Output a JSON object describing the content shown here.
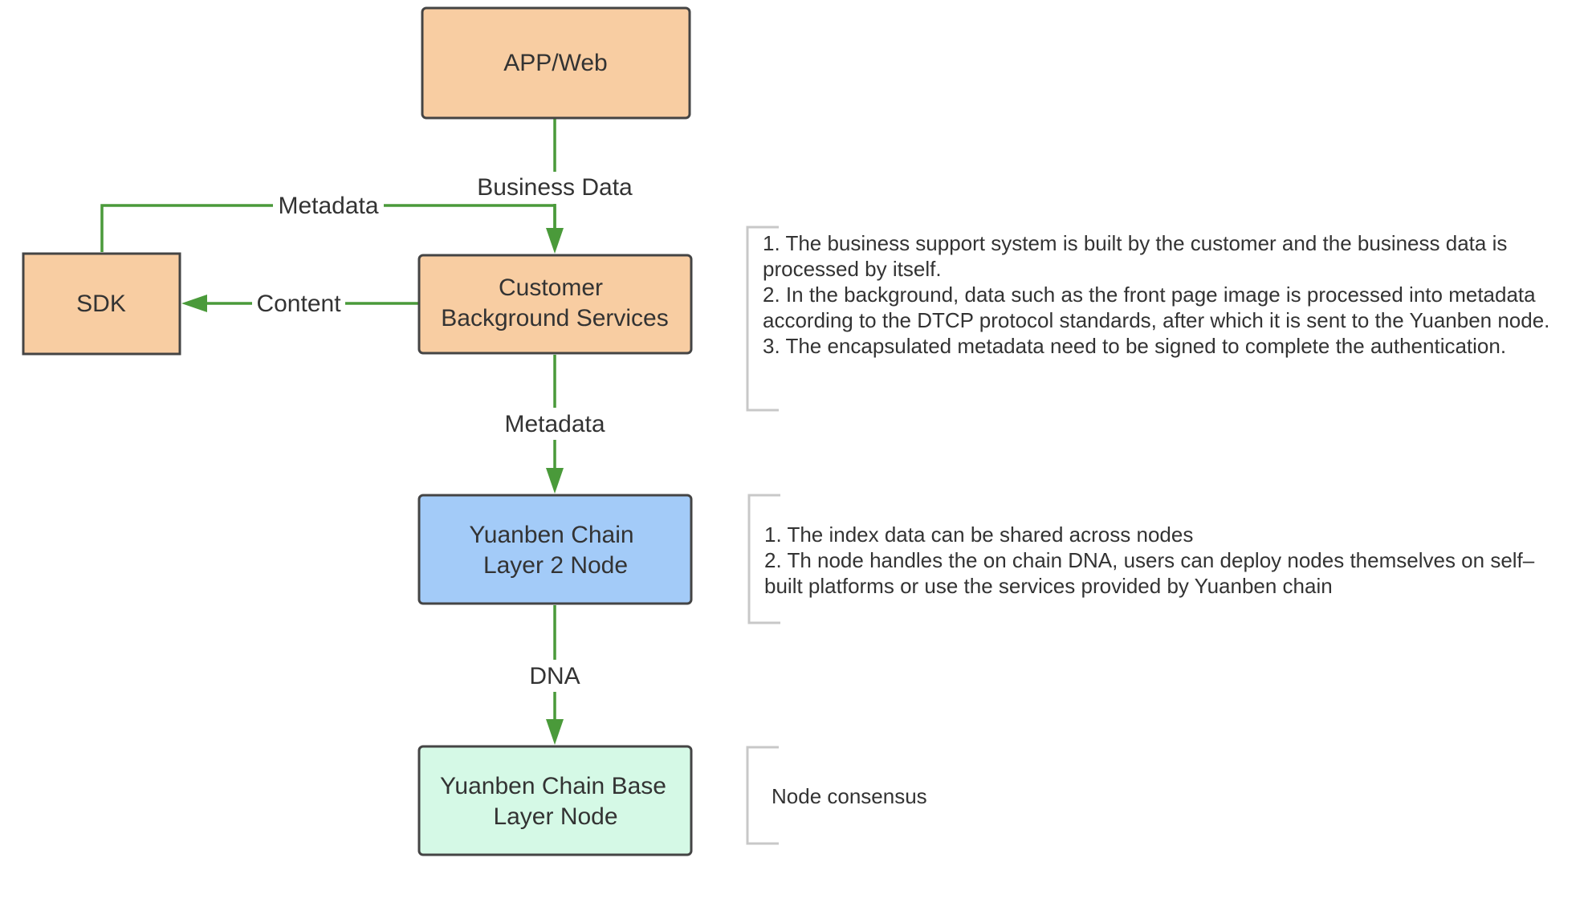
{
  "colors": {
    "edge": "#4a9a3a",
    "node_border": "#444444",
    "orange": "#f8cda2",
    "blue": "#a3cbf8",
    "green": "#d5f9e6",
    "bracket": "#c8c8c8"
  },
  "nodes": {
    "app_web": "APP/Web",
    "customer": [
      "Customer",
      "Background Services"
    ],
    "sdk": "SDK",
    "layer2": [
      "Yuanben Chain",
      "Layer 2 Node"
    ],
    "base": [
      "Yuanben Chain Base",
      "Layer Node"
    ]
  },
  "edges": {
    "business_data": "Business Data",
    "metadata_to_customer": "Metadata",
    "content": "Content",
    "metadata_to_layer2": "Metadata",
    "dna": "DNA"
  },
  "notes": {
    "customer": [
      "1. The business support system is built by the customer and the business data is processed by itself.",
      "2. In the background, data such as the front page image is processed into metadata according to the DTCP protocol standards, after which it is sent to the Yuanben node.",
      "3. The encapsulated metadata need to be signed to complete the authentication."
    ],
    "layer2": [
      "1. The index data can be shared across nodes",
      "2. Th node handles the on chain DNA, users can deploy nodes themselves on self–built platforms or use the services provided by Yuanben chain"
    ],
    "base": "Node consensus"
  }
}
